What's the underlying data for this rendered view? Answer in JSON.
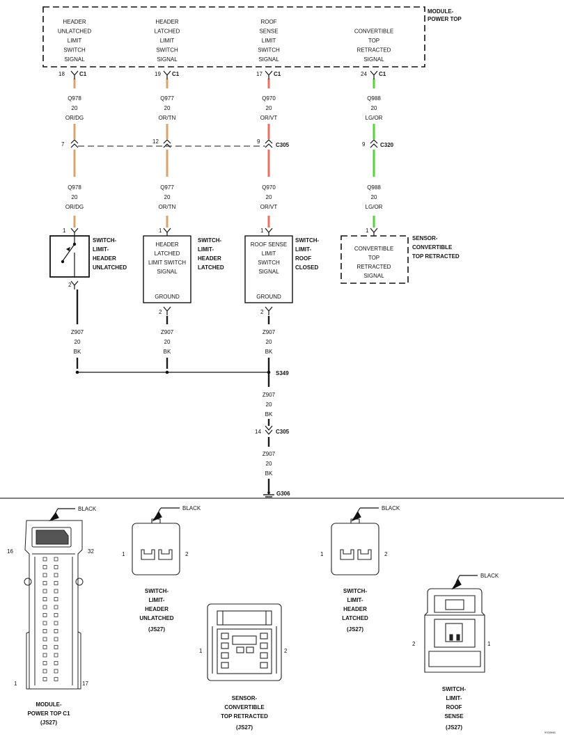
{
  "colors": {
    "orange_wire": "#d8a46a",
    "red_wire": "#ee6f5f",
    "green_wire": "#55d23c",
    "black_wire": "#1a1a1a",
    "line": "#111111"
  },
  "module": {
    "name_line1": "MODULE-",
    "name_line2": "POWER TOP",
    "signals": [
      [
        "HEADER",
        "UNLATCHED",
        "LIMIT",
        "SWITCH",
        "SIGNAL"
      ],
      [
        "HEADER",
        "LATCHED",
        "LIMIT",
        "SWITCH",
        "SIGNAL"
      ],
      [
        "ROOF",
        "SENSE",
        "LIMIT",
        "SWITCH",
        "SIGNAL"
      ],
      [
        "CONVERTIBLE",
        "TOP",
        "RETRACTED",
        "SIGNAL"
      ]
    ]
  },
  "circuits": [
    {
      "pin": "18",
      "conn": "C1",
      "circuit": "Q978",
      "gauge": "20",
      "color": "OR/DG",
      "inline_pin": "7"
    },
    {
      "pin": "19",
      "conn": "C1",
      "circuit": "Q977",
      "gauge": "20",
      "color": "OR/TN",
      "inline_pin": "12"
    },
    {
      "pin": "17",
      "conn": "C1",
      "circuit": "Q970",
      "gauge": "20",
      "color": "OR/VT",
      "inline_pin": "9"
    },
    {
      "pin": "24",
      "conn": "C1",
      "circuit": "Q988",
      "gauge": "20",
      "color": "LG/OR",
      "inline_pin": "9"
    }
  ],
  "inline_connectors": {
    "c305": "C305",
    "c320": "C320"
  },
  "components": [
    {
      "pin_top": "1",
      "pin_bottom": "2",
      "box_text": [],
      "name": [
        "SWITCH-",
        "LIMIT-",
        "HEADER",
        "UNLATCHED"
      ]
    },
    {
      "pin_top": "1",
      "pin_bottom": "2",
      "box_text": [
        "HEADER",
        "LATCHED",
        "LIMIT SWITCH",
        "SIGNAL"
      ],
      "ground": "GROUND",
      "name": [
        "SWITCH-",
        "LIMIT-",
        "HEADER",
        "LATCHED"
      ]
    },
    {
      "pin_top": "1",
      "pin_bottom": "2",
      "box_text": [
        "ROOF SENSE",
        "LIMIT",
        "SWITCH",
        "SIGNAL"
      ],
      "ground": "GROUND",
      "name": [
        "SWITCH-",
        "LIMIT-",
        "ROOF",
        "CLOSED"
      ]
    },
    {
      "pin_top": "1",
      "box_text": [
        "CONVERTIBLE",
        "TOP",
        "RETRACTED",
        "SIGNAL"
      ],
      "name": [
        "SENSOR-",
        "CONVERTIBLE",
        "TOP RETRACTED"
      ]
    }
  ],
  "ground_wire": {
    "circuit": "Z907",
    "gauge": "20",
    "color": "BK",
    "splice": "S349",
    "inline_pin": "14",
    "inline_conn": "C305",
    "ground": "G306"
  },
  "connector_views": [
    {
      "callout": "BLACK",
      "pin_left_top": "16",
      "pin_right_top": "32",
      "pin_left_bottom": "1",
      "pin_right_bottom": "17",
      "label": [
        "MODULE-",
        "POWER TOP C1",
        "(JS27)"
      ]
    },
    {
      "callout": "BLACK",
      "pin_left": "1",
      "pin_right": "2",
      "label": [
        "SWITCH-",
        "LIMIT-",
        "HEADER",
        "UNLATCHED",
        "(JS27)"
      ]
    },
    {
      "pin_left": "1",
      "pin_right": "2",
      "label": [
        "SENSOR-",
        "CONVERTIBLE",
        "TOP RETRACTED",
        "(JS27)"
      ]
    },
    {
      "callout": "BLACK",
      "pin_left": "1",
      "pin_right": "2",
      "label": [
        "SWITCH-",
        "LIMIT-",
        "HEADER",
        "LATCHED",
        "(JS27)"
      ]
    },
    {
      "callout": "BLACK",
      "pin_left": "2",
      "pin_right": "1",
      "label": [
        "SWITCH-",
        "LIMIT-",
        "ROOF",
        "SENSE",
        "(JS27)"
      ]
    }
  ],
  "figure_id": "9703948"
}
